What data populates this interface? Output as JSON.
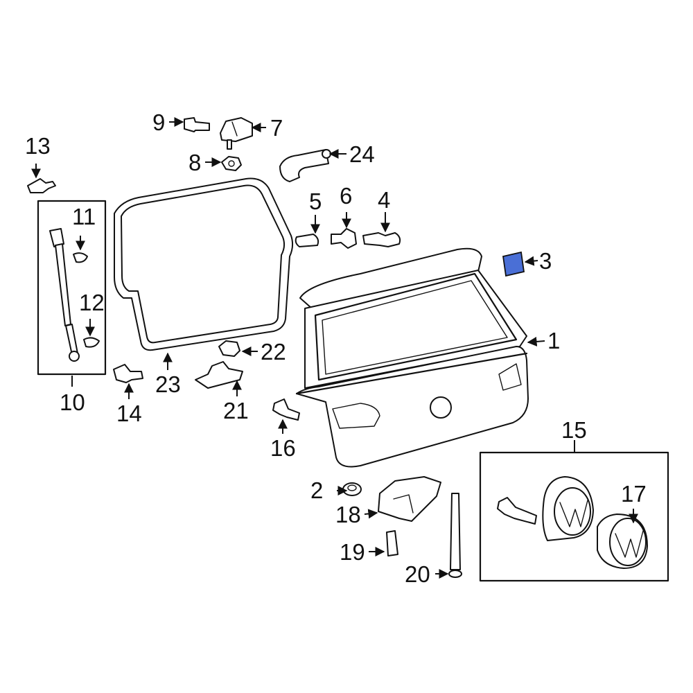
{
  "diagram": {
    "highlight_color": "#4a6fd6",
    "callouts": [
      {
        "id": "1",
        "label": "1"
      },
      {
        "id": "2",
        "label": "2"
      },
      {
        "id": "3",
        "label": "3"
      },
      {
        "id": "4",
        "label": "4"
      },
      {
        "id": "5",
        "label": "5"
      },
      {
        "id": "6",
        "label": "6"
      },
      {
        "id": "7",
        "label": "7"
      },
      {
        "id": "8",
        "label": "8"
      },
      {
        "id": "9",
        "label": "9"
      },
      {
        "id": "10",
        "label": "10"
      },
      {
        "id": "11",
        "label": "11"
      },
      {
        "id": "12",
        "label": "12"
      },
      {
        "id": "13",
        "label": "13"
      },
      {
        "id": "14",
        "label": "14"
      },
      {
        "id": "15",
        "label": "15"
      },
      {
        "id": "16",
        "label": "16"
      },
      {
        "id": "17",
        "label": "17"
      },
      {
        "id": "18",
        "label": "18"
      },
      {
        "id": "19",
        "label": "19"
      },
      {
        "id": "20",
        "label": "20"
      },
      {
        "id": "21",
        "label": "21"
      },
      {
        "id": "22",
        "label": "22"
      },
      {
        "id": "23",
        "label": "23"
      },
      {
        "id": "24",
        "label": "24"
      }
    ]
  }
}
